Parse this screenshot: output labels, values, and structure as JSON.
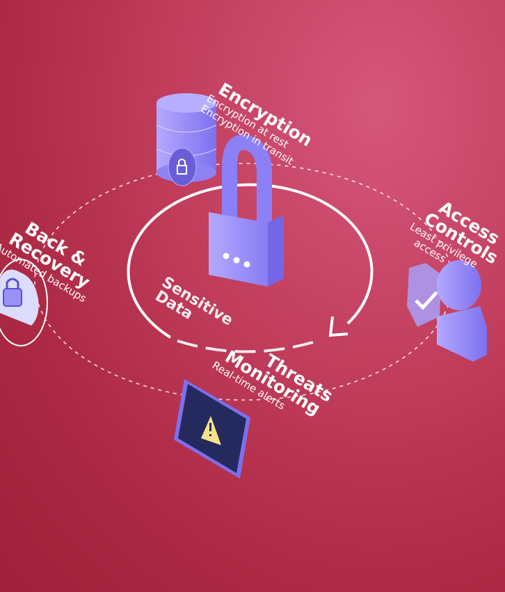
{
  "center": {
    "title_line1": "Sensitive",
    "title_line2": "Data"
  },
  "encryption": {
    "title": "Encryption",
    "items": [
      "Encryption at rest",
      "Encryption in transit"
    ],
    "icon": "database-lock-icon"
  },
  "access": {
    "title_line1": "Access",
    "title_line2": "Controls",
    "items": [
      "Least privilege",
      "access"
    ],
    "icon": "user-shield-icon"
  },
  "backup": {
    "title_line1": "Back &",
    "title_line2": "Recovery",
    "items": [
      "Automated backups"
    ],
    "icon": "cloud-lock-icon"
  },
  "threats": {
    "title_line1": "Threats",
    "title_line2": "Monitoring",
    "items": [
      "Real-time alerts"
    ],
    "icon": "warning-monitor-icon"
  },
  "colors": {
    "background": "#c3405f",
    "accent": "#8b80f5",
    "monitor": "#242a5e",
    "warning": "#f4e38a"
  }
}
